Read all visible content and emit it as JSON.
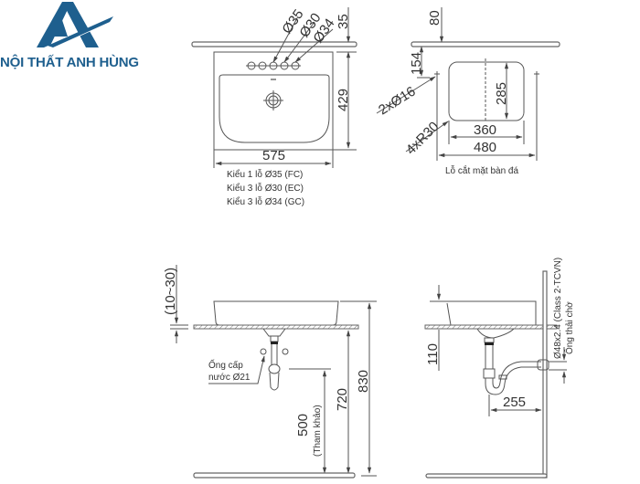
{
  "brand": {
    "name": "NỘI THẤT ANH HÙNG",
    "logo_color": "#1e5f8e"
  },
  "top_view": {
    "hole_labels": [
      "Ø35",
      "Ø30",
      "Ø34"
    ],
    "dim_top": "35",
    "dim_depth": "429",
    "dim_width": "575",
    "variants": [
      "Kiểu 1 lỗ Ø35 (FC)",
      "Kiểu 3 lỗ Ø30 (EC)",
      "Kiểu 3 lỗ Ø34 (GC)"
    ]
  },
  "cutout_view": {
    "dim_top": "80",
    "dim_offset": "154",
    "dim_inner_height": "285",
    "dim_inner_width": "360",
    "dim_outer_width": "480",
    "holes_label": "2xØ16",
    "radius_label": "4xR30",
    "caption": "Lỗ cắt mặt bàn đá"
  },
  "front_view": {
    "dim_rim": "(10~30)",
    "supply_label_line1": "Ống cấp",
    "supply_label_line2": "nước Ø21",
    "dim_supply_height": "500",
    "dim_supply_note": "(Tham khảo)",
    "dim_counter_height": "720",
    "dim_total_height": "830"
  },
  "side_view": {
    "dim_basin_height": "110",
    "dim_trap_offset": "255",
    "drain_label_line1": "Ø48x2.4 (Class 2-TCVN)",
    "drain_label_line2": "Ống thải chờ"
  },
  "colors": {
    "line": "#555555",
    "text": "#333333",
    "brand": "#1e5f8e"
  }
}
